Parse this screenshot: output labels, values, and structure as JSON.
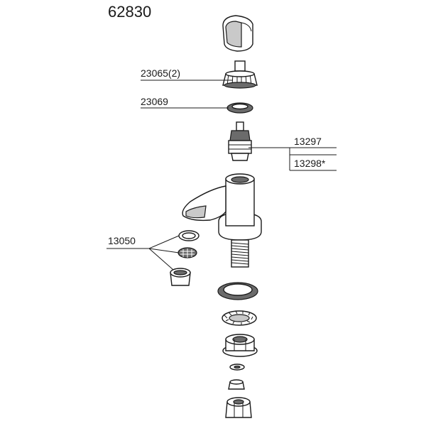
{
  "title": "62830",
  "callouts": {
    "handle_cap": "23065(2)",
    "ring": "23069",
    "cartridge_a": "13297",
    "cartridge_b": "13298*",
    "aerator": "13050"
  }
}
